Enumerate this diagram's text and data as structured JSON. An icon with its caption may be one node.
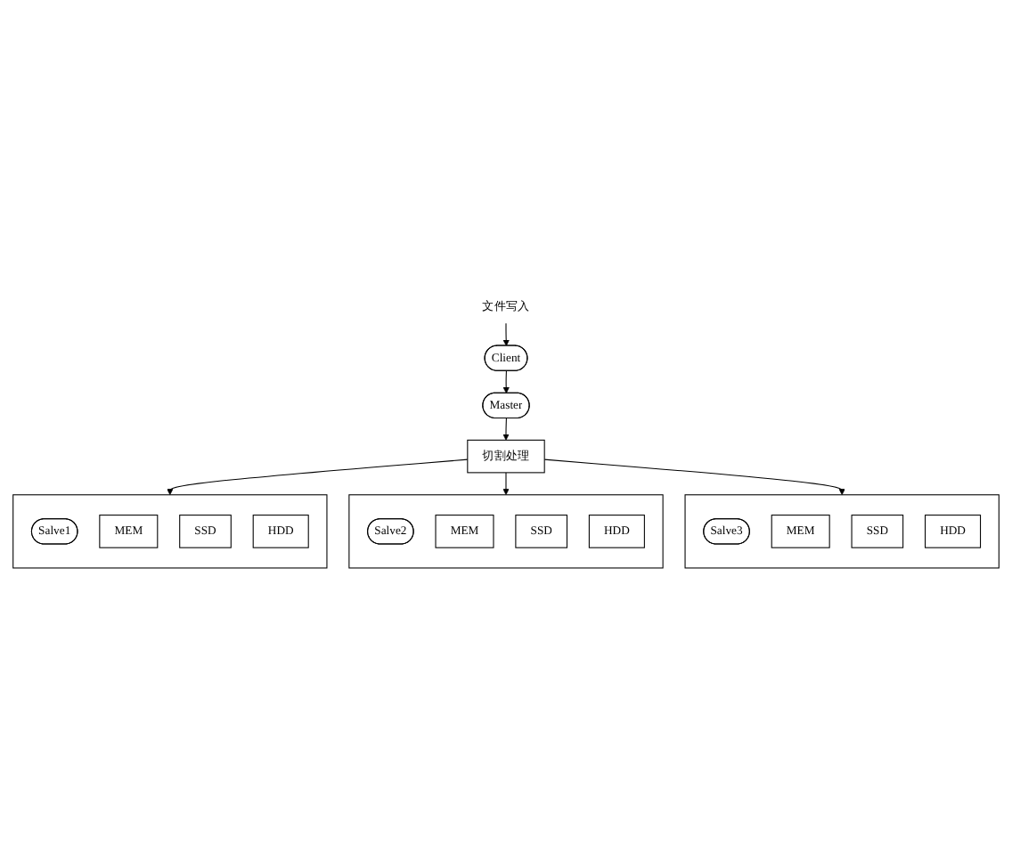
{
  "diagram": {
    "nodes": [
      {
        "text": [
          "文件写入"
        ]
      },
      {
        "text": [
          "Client"
        ]
      },
      {
        "text": [
          "Master"
        ]
      },
      {
        "text": [
          "切割处理"
        ]
      },
      {
        "text": [],
        "shape": "box"
      },
      {
        "text": [
          "Salve1"
        ],
        "in": 4
      },
      {
        "text": [
          "MEM"
        ],
        "in": 4
      },
      {
        "text": [
          "SSD"
        ],
        "in": 4
      },
      {
        "text": [
          "HDD"
        ],
        "in": 4
      },
      {
        "text": [],
        "shape": "box"
      },
      {
        "text": [
          "Salve2"
        ],
        "in": 9
      },
      {
        "text": [
          "MEM"
        ],
        "in": 9
      },
      {
        "text": [
          "SSD"
        ],
        "in": 9
      },
      {
        "text": [
          "HDD"
        ],
        "in": 9
      },
      {
        "text": [],
        "shape": "box"
      },
      {
        "text": [
          "Salve3"
        ],
        "in": 14
      },
      {
        "text": [
          "MEM"
        ],
        "in": 14
      },
      {
        "text": [
          "SSD"
        ],
        "in": 14
      },
      {
        "text": [
          "HDD"
        ],
        "in": 14
      }
    ],
    "edges": [
      {
        "from": 0,
        "to": 1,
        "arrow": "to"
      },
      {
        "from": 1,
        "to": 2,
        "arrow": "to"
      },
      {
        "from": 2,
        "to": 3,
        "arrow": "to"
      },
      {
        "from": 3,
        "to": 4,
        "arrow": "to"
      },
      {
        "from": 3,
        "to": 9,
        "arrow": "to"
      },
      {
        "from": 3,
        "to": 14,
        "arrow": "to"
      }
    ]
  }
}
